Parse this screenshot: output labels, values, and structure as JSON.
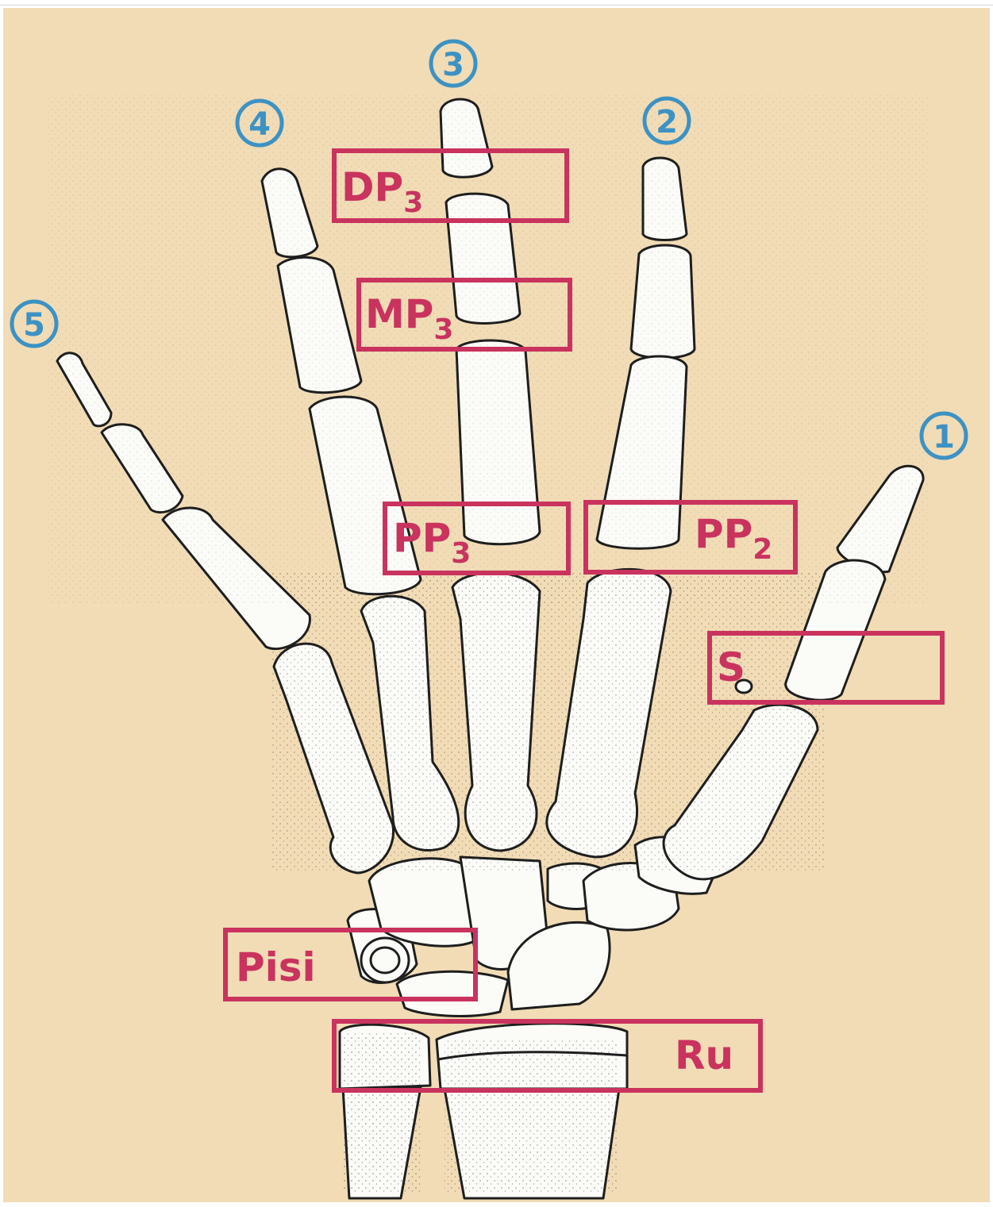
{
  "title": "",
  "colors": {
    "background": "#f1dcb6",
    "bone_fill": "#fbfbf8",
    "bone_outline": "#1e1e1e",
    "label_red": "#c9335e",
    "finger_number_blue": "#3d92c4"
  },
  "finger_numbers": [
    {
      "id": "finger-1",
      "text": "1"
    },
    {
      "id": "finger-2",
      "text": "2"
    },
    {
      "id": "finger-3",
      "text": "3"
    },
    {
      "id": "finger-4",
      "text": "4"
    },
    {
      "id": "finger-5",
      "text": "5"
    }
  ],
  "region_labels": [
    {
      "id": "dp3",
      "main": "DP",
      "sub": "3"
    },
    {
      "id": "mp3",
      "main": "MP",
      "sub": "3"
    },
    {
      "id": "pp3",
      "main": "PP",
      "sub": "3"
    },
    {
      "id": "pp2",
      "main": "PP",
      "sub": "2"
    },
    {
      "id": "s",
      "main": "S",
      "sub": ""
    },
    {
      "id": "pisi",
      "main": "Pisi",
      "sub": ""
    },
    {
      "id": "ru",
      "main": "Ru",
      "sub": ""
    }
  ]
}
